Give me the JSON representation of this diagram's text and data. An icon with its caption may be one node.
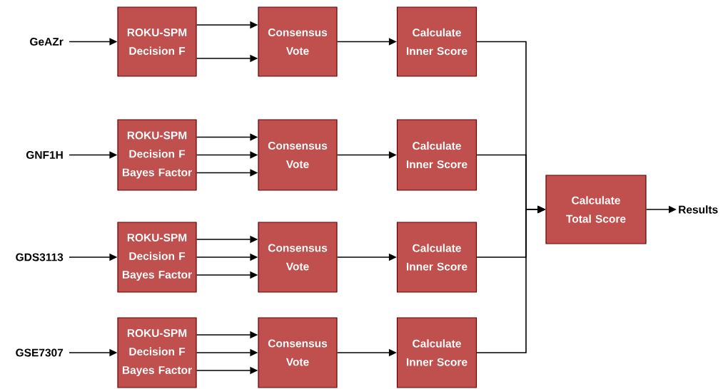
{
  "diagram": {
    "nodes": [
      {
        "text": [
          "GeAZr"
        ]
      },
      {
        "text": [
          "ROKU-SPM",
          "Decision F"
        ]
      },
      {
        "text": [
          "Consensus Vote"
        ]
      },
      {
        "text": [
          "Calculate Inner Score"
        ]
      },
      {
        "text": [
          "GNF1H"
        ]
      },
      {
        "text": [
          "ROKU-SPM",
          "Decision F",
          "Bayes Factor"
        ]
      },
      {
        "text": [
          "Consensus Vote"
        ]
      },
      {
        "text": [
          "Calculate Inner Score"
        ]
      },
      {
        "text": [
          "GDS3113"
        ]
      },
      {
        "text": [
          "ROKU-SPM",
          "Decision F",
          "Bayes Factor"
        ]
      },
      {
        "text": [
          "Consensus Vote"
        ]
      },
      {
        "text": [
          "Calculate Inner Score"
        ]
      },
      {
        "text": [
          "GSE7307"
        ]
      },
      {
        "text": [
          "ROKU-SPM",
          "Decision F",
          "Bayes Factor"
        ]
      },
      {
        "text": [
          "Consensus Vote"
        ]
      },
      {
        "text": [
          "Calculate Inner Score"
        ]
      },
      {
        "text": [
          "Calculate Total Score"
        ]
      },
      {
        "text": [
          "Results"
        ]
      }
    ],
    "edges": [
      {
        "from": 0,
        "to": 1,
        "arrow": "to"
      },
      {
        "from": 1,
        "to": 2,
        "arrow": "to"
      },
      {
        "from": 1,
        "to": 2,
        "arrow": "to"
      },
      {
        "from": 2,
        "to": 3,
        "arrow": "to"
      },
      {
        "from": 4,
        "to": 5,
        "arrow": "to"
      },
      {
        "from": 5,
        "to": 6,
        "arrow": "to"
      },
      {
        "from": 5,
        "to": 6,
        "arrow": "to"
      },
      {
        "from": 5,
        "to": 6,
        "arrow": "to"
      },
      {
        "from": 6,
        "to": 7,
        "arrow": "to"
      },
      {
        "from": 8,
        "to": 9,
        "arrow": "to"
      },
      {
        "from": 9,
        "to": 10,
        "arrow": "to"
      },
      {
        "from": 9,
        "to": 10,
        "arrow": "to"
      },
      {
        "from": 9,
        "to": 10,
        "arrow": "to"
      },
      {
        "from": 10,
        "to": 11,
        "arrow": "to"
      },
      {
        "from": 12,
        "to": 13,
        "arrow": "to"
      },
      {
        "from": 13,
        "to": 14,
        "arrow": "to"
      },
      {
        "from": 13,
        "to": 14,
        "arrow": "to"
      },
      {
        "from": 13,
        "to": 14,
        "arrow": "to"
      },
      {
        "from": 14,
        "to": 15,
        "arrow": "to"
      },
      {
        "from": 3,
        "to": 16,
        "arrow": "to"
      },
      {
        "from": 7,
        "to": 16,
        "arrow": "to"
      },
      {
        "from": 11,
        "to": 16,
        "arrow": "to"
      },
      {
        "from": 15,
        "to": 16,
        "arrow": "to"
      },
      {
        "from": 16,
        "to": 17,
        "arrow": "to"
      }
    ]
  }
}
